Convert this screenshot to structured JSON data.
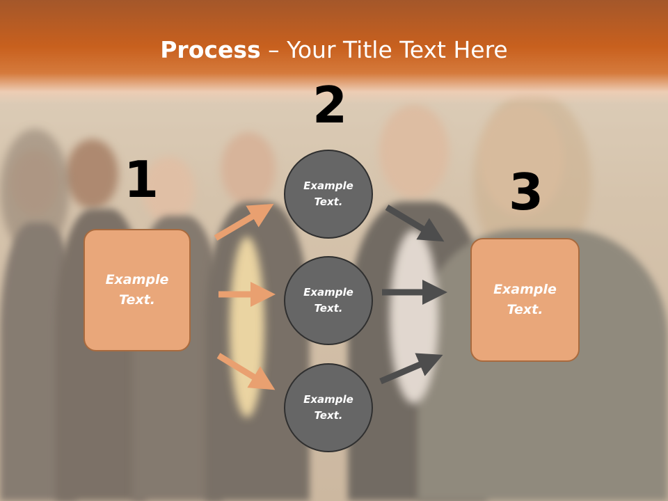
{
  "title": {
    "bold": "Process",
    "rest": " – Your Title Text Here"
  },
  "steps": {
    "one": "1",
    "two": "2",
    "three": "3"
  },
  "left_box": {
    "line1": "Example",
    "line2": "Text."
  },
  "right_box": {
    "line1": "Example",
    "line2": "Text."
  },
  "circles": [
    {
      "line1": "Example",
      "line2": "Text."
    },
    {
      "line1": "Example",
      "line2": "Text."
    },
    {
      "line1": "Example",
      "line2": "Text."
    }
  ],
  "colors": {
    "header": "#c8601e",
    "box_fill": "#e9a77a",
    "circle_fill": "#666666",
    "arrow_orange": "#e9a070",
    "arrow_gray": "#4d4d4d"
  }
}
